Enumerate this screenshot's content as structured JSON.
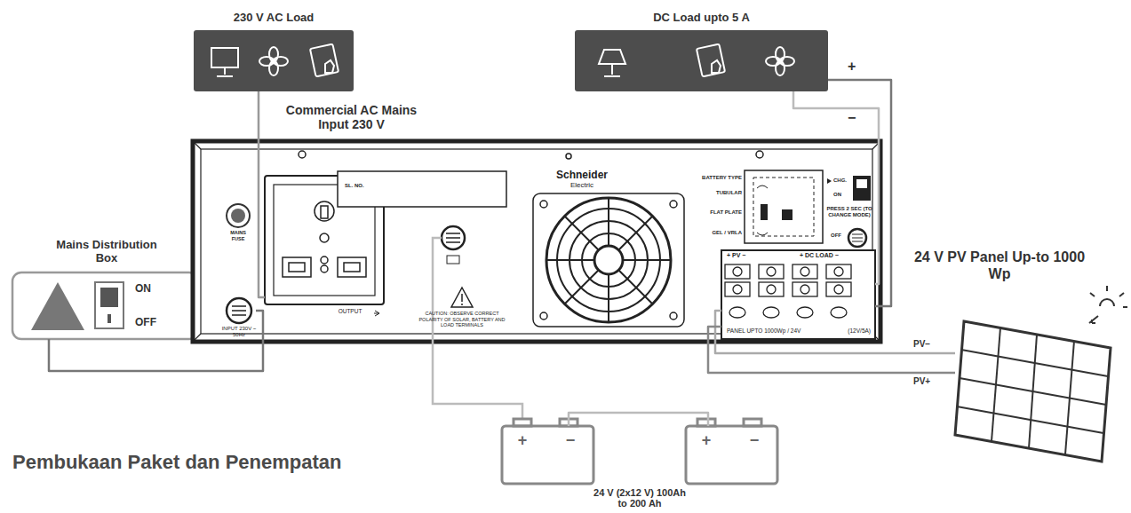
{
  "diagram": {
    "title": "Pembukaan Paket dan Penempatan",
    "nodes": [
      {
        "text": [
          "230 V AC Load"
        ]
      },
      {
        "text": [
          "DC Load upto 5 A"
        ]
      },
      {
        "text": [
          "Mains Distribution Box"
        ]
      },
      {
        "text": [
          "Commercial AC Mains Input 230 V"
        ]
      },
      {
        "text": [
          "INPUT 230V ~ 50Hz"
        ],
        "in": 3
      },
      {
        "text": [
          "OUTPUT"
        ],
        "in": 3
      },
      {
        "text": [
          "+ PV −",
          "+ DC LOAD −",
          "PANEL UPTO 1000Wp / 24V",
          "(12V/5A)"
        ],
        "in": 3
      },
      {
        "text": [
          "24 V PV Panel Up-to 1000 Wp"
        ]
      },
      {
        "text": [
          "+",
          "−"
        ]
      },
      {
        "text": [
          "+",
          "−"
        ]
      }
    ],
    "edges": [
      {
        "from": 2,
        "to": 4,
        "arrow": "none"
      },
      {
        "from": 5,
        "to": 0,
        "arrow": "none"
      },
      {
        "from": 1,
        "to": 6,
        "label": "+",
        "arrow": "none"
      },
      {
        "from": 1,
        "to": 6,
        "label": "−",
        "arrow": "none"
      },
      {
        "from": 7,
        "to": 6,
        "label": "PV−",
        "arrow": "none"
      },
      {
        "from": 7,
        "to": 6,
        "label": "PV+",
        "arrow": "none"
      },
      {
        "from": 8,
        "to": 9,
        "arrow": "none"
      }
    ],
    "labels": [
      "ON",
      "OFF",
      "MAINS FUSE",
      "SL. NO.",
      "Schneider",
      "Electric",
      "CAUTION: OBSERVE CORRECT POLARITY OF SOLAR, BATTERY AND LOAD TERMINALS",
      "BATTERY TYPE",
      "TUBULAR",
      "FLAT PLATE",
      "GEL / VRLA",
      "CHG.",
      "ON",
      "PRESS 2 SEC (TO CHANGE MODE)",
      "OFF",
      "24 V (2x12 V) 100Ah to 200 Ah"
    ]
  }
}
